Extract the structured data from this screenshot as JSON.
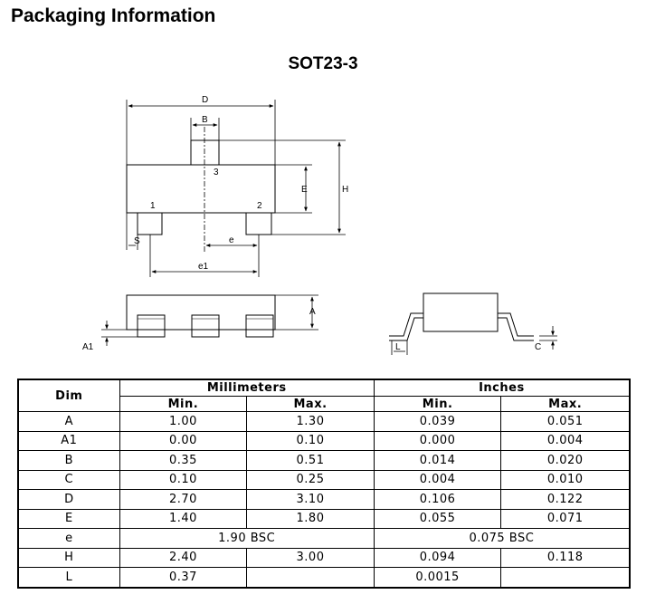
{
  "header": {
    "title": "Packaging Information"
  },
  "package": {
    "name": "SOT23-3"
  },
  "drawing": {
    "labels": {
      "D": "D",
      "B": "B",
      "H": "H",
      "E": "E",
      "S": "S",
      "e": "e",
      "e1": "e1",
      "A": "A",
      "A1": "A1",
      "L": "L",
      "C": "C",
      "pin1": "1",
      "pin2": "2",
      "pin3": "3"
    }
  },
  "table": {
    "dim_header": "Dim",
    "groups": [
      "Millimeters",
      "Inches"
    ],
    "subheaders": [
      "Min.",
      "Max.",
      "Min.",
      "Max."
    ],
    "rows": [
      {
        "dim": "A",
        "mm_min": "1.00",
        "mm_max": "1.30",
        "in_min": "0.039",
        "in_max": "0.051"
      },
      {
        "dim": "A1",
        "mm_min": "0.00",
        "mm_max": "0.10",
        "in_min": "0.000",
        "in_max": "0.004"
      },
      {
        "dim": "B",
        "mm_min": "0.35",
        "mm_max": "0.51",
        "in_min": "0.014",
        "in_max": "0.020"
      },
      {
        "dim": "C",
        "mm_min": "0.10",
        "mm_max": "0.25",
        "in_min": "0.004",
        "in_max": "0.010"
      },
      {
        "dim": "D",
        "mm_min": "2.70",
        "mm_max": "3.10",
        "in_min": "0.106",
        "in_max": "0.122"
      },
      {
        "dim": "E",
        "mm_min": "1.40",
        "mm_max": "1.80",
        "in_min": "0.055",
        "in_max": "0.071"
      },
      {
        "dim": "e",
        "mm_bsc": "1.90 BSC",
        "in_bsc": "0.075 BSC"
      },
      {
        "dim": "H",
        "mm_min": "2.40",
        "mm_max": "3.00",
        "in_min": "0.094",
        "in_max": "0.118"
      },
      {
        "dim": "L",
        "mm_min": "0.37",
        "mm_max": "",
        "in_min": "0.0015",
        "in_max": ""
      }
    ]
  }
}
